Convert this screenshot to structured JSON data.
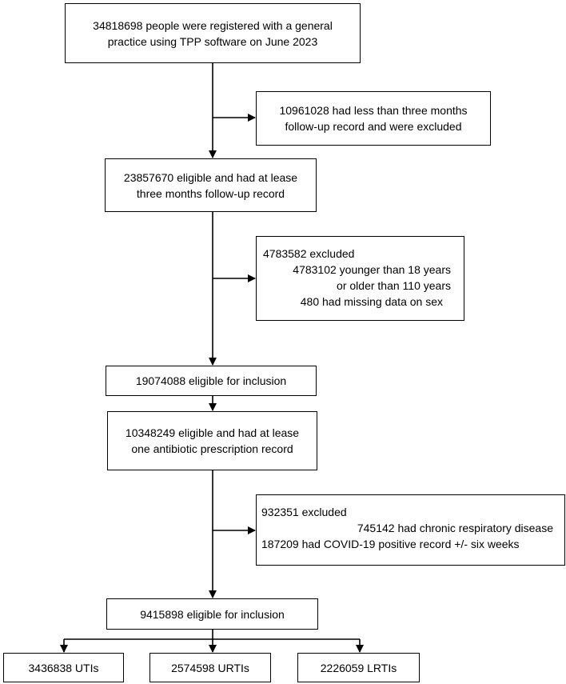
{
  "boxes": {
    "registered": [
      "34818698 people were registered with a general",
      "practice using TPP software on June 2023"
    ],
    "excluded_followup": [
      "10961028 had less than three months",
      "follow-up record and were excluded"
    ],
    "eligible_followup": [
      "23857670 eligible and had at lease",
      "three months follow-up record"
    ],
    "excluded_age_sex": {
      "header": "4783582 excluded",
      "lines": [
        "4783102 younger than 18 years",
        "or older than 110 years",
        "480 had missing data on sex"
      ]
    },
    "eligible_inclusion_1": "19074088 eligible for inclusion",
    "eligible_antibiotic": [
      "10348249 eligible and had at lease",
      "one antibiotic prescription record"
    ],
    "excluded_resp_covid": {
      "header": "932351 excluded",
      "lines": [
        "745142 had chronic respiratory disease",
        "187209 had COVID-19 positive record +/- six weeks"
      ]
    },
    "eligible_inclusion_2": "9415898 eligible for inclusion",
    "utis": "3436838 UTIs",
    "urtis": "2574598 URTIs",
    "lrtis": "2226059 LRTIs"
  }
}
